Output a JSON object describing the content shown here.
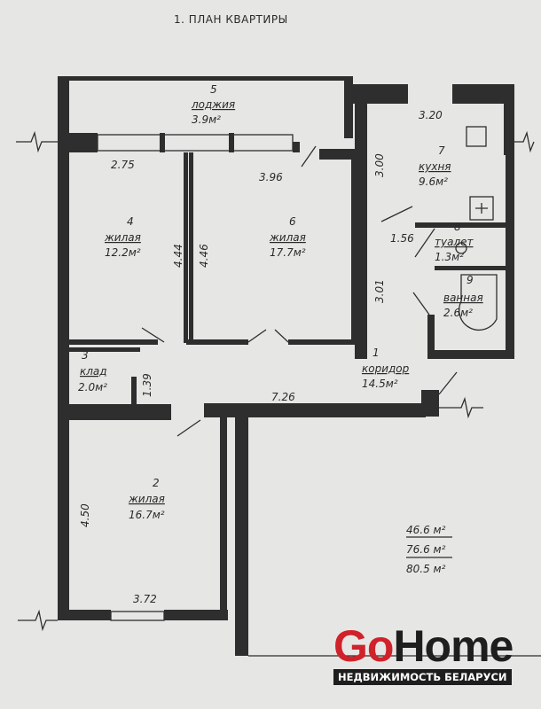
{
  "title": "1. ПЛАН КВАРТИРЫ",
  "rooms": {
    "loggia": {
      "num": "5",
      "name": "лоджия",
      "area": "3.9м²"
    },
    "kitchen": {
      "num": "7",
      "name": "кухня",
      "area": "9.6м²"
    },
    "toilet": {
      "num": "8",
      "name": "туалет",
      "area": "1.3м²"
    },
    "bathroom": {
      "num": "9",
      "name": "ванная",
      "area": "2.6м²"
    },
    "living4": {
      "num": "4",
      "name": "жилая",
      "area": "12.2м²"
    },
    "living6": {
      "num": "6",
      "name": "жилая",
      "area": "17.7м²"
    },
    "storage": {
      "num": "3",
      "name": "клад",
      "area": "2.0м²"
    },
    "corridor": {
      "num": "1",
      "name": "коридор",
      "area": "14.5м²"
    },
    "living2": {
      "num": "2",
      "name": "жилая",
      "area": "16.7м²"
    }
  },
  "dimensions": {
    "d320": "3.20",
    "d300": "3.00",
    "d156": "1.56",
    "d301": "3.01",
    "d275": "2.75",
    "d396": "3.96",
    "d444": "4.44",
    "d446": "4.46",
    "d139": "1.39",
    "d726": "7.26",
    "d450": "4.50",
    "d372": "3.72"
  },
  "totals": [
    "46.6 м²",
    "76.6 м²",
    "80.5 м²"
  ],
  "logo": {
    "go": "Go",
    "home": "Home",
    "tagline": "НЕДВИЖИМОСТЬ БЕЛАРУСИ",
    "colors": {
      "go": "#d0222a",
      "home": "#1e1e1e"
    }
  }
}
